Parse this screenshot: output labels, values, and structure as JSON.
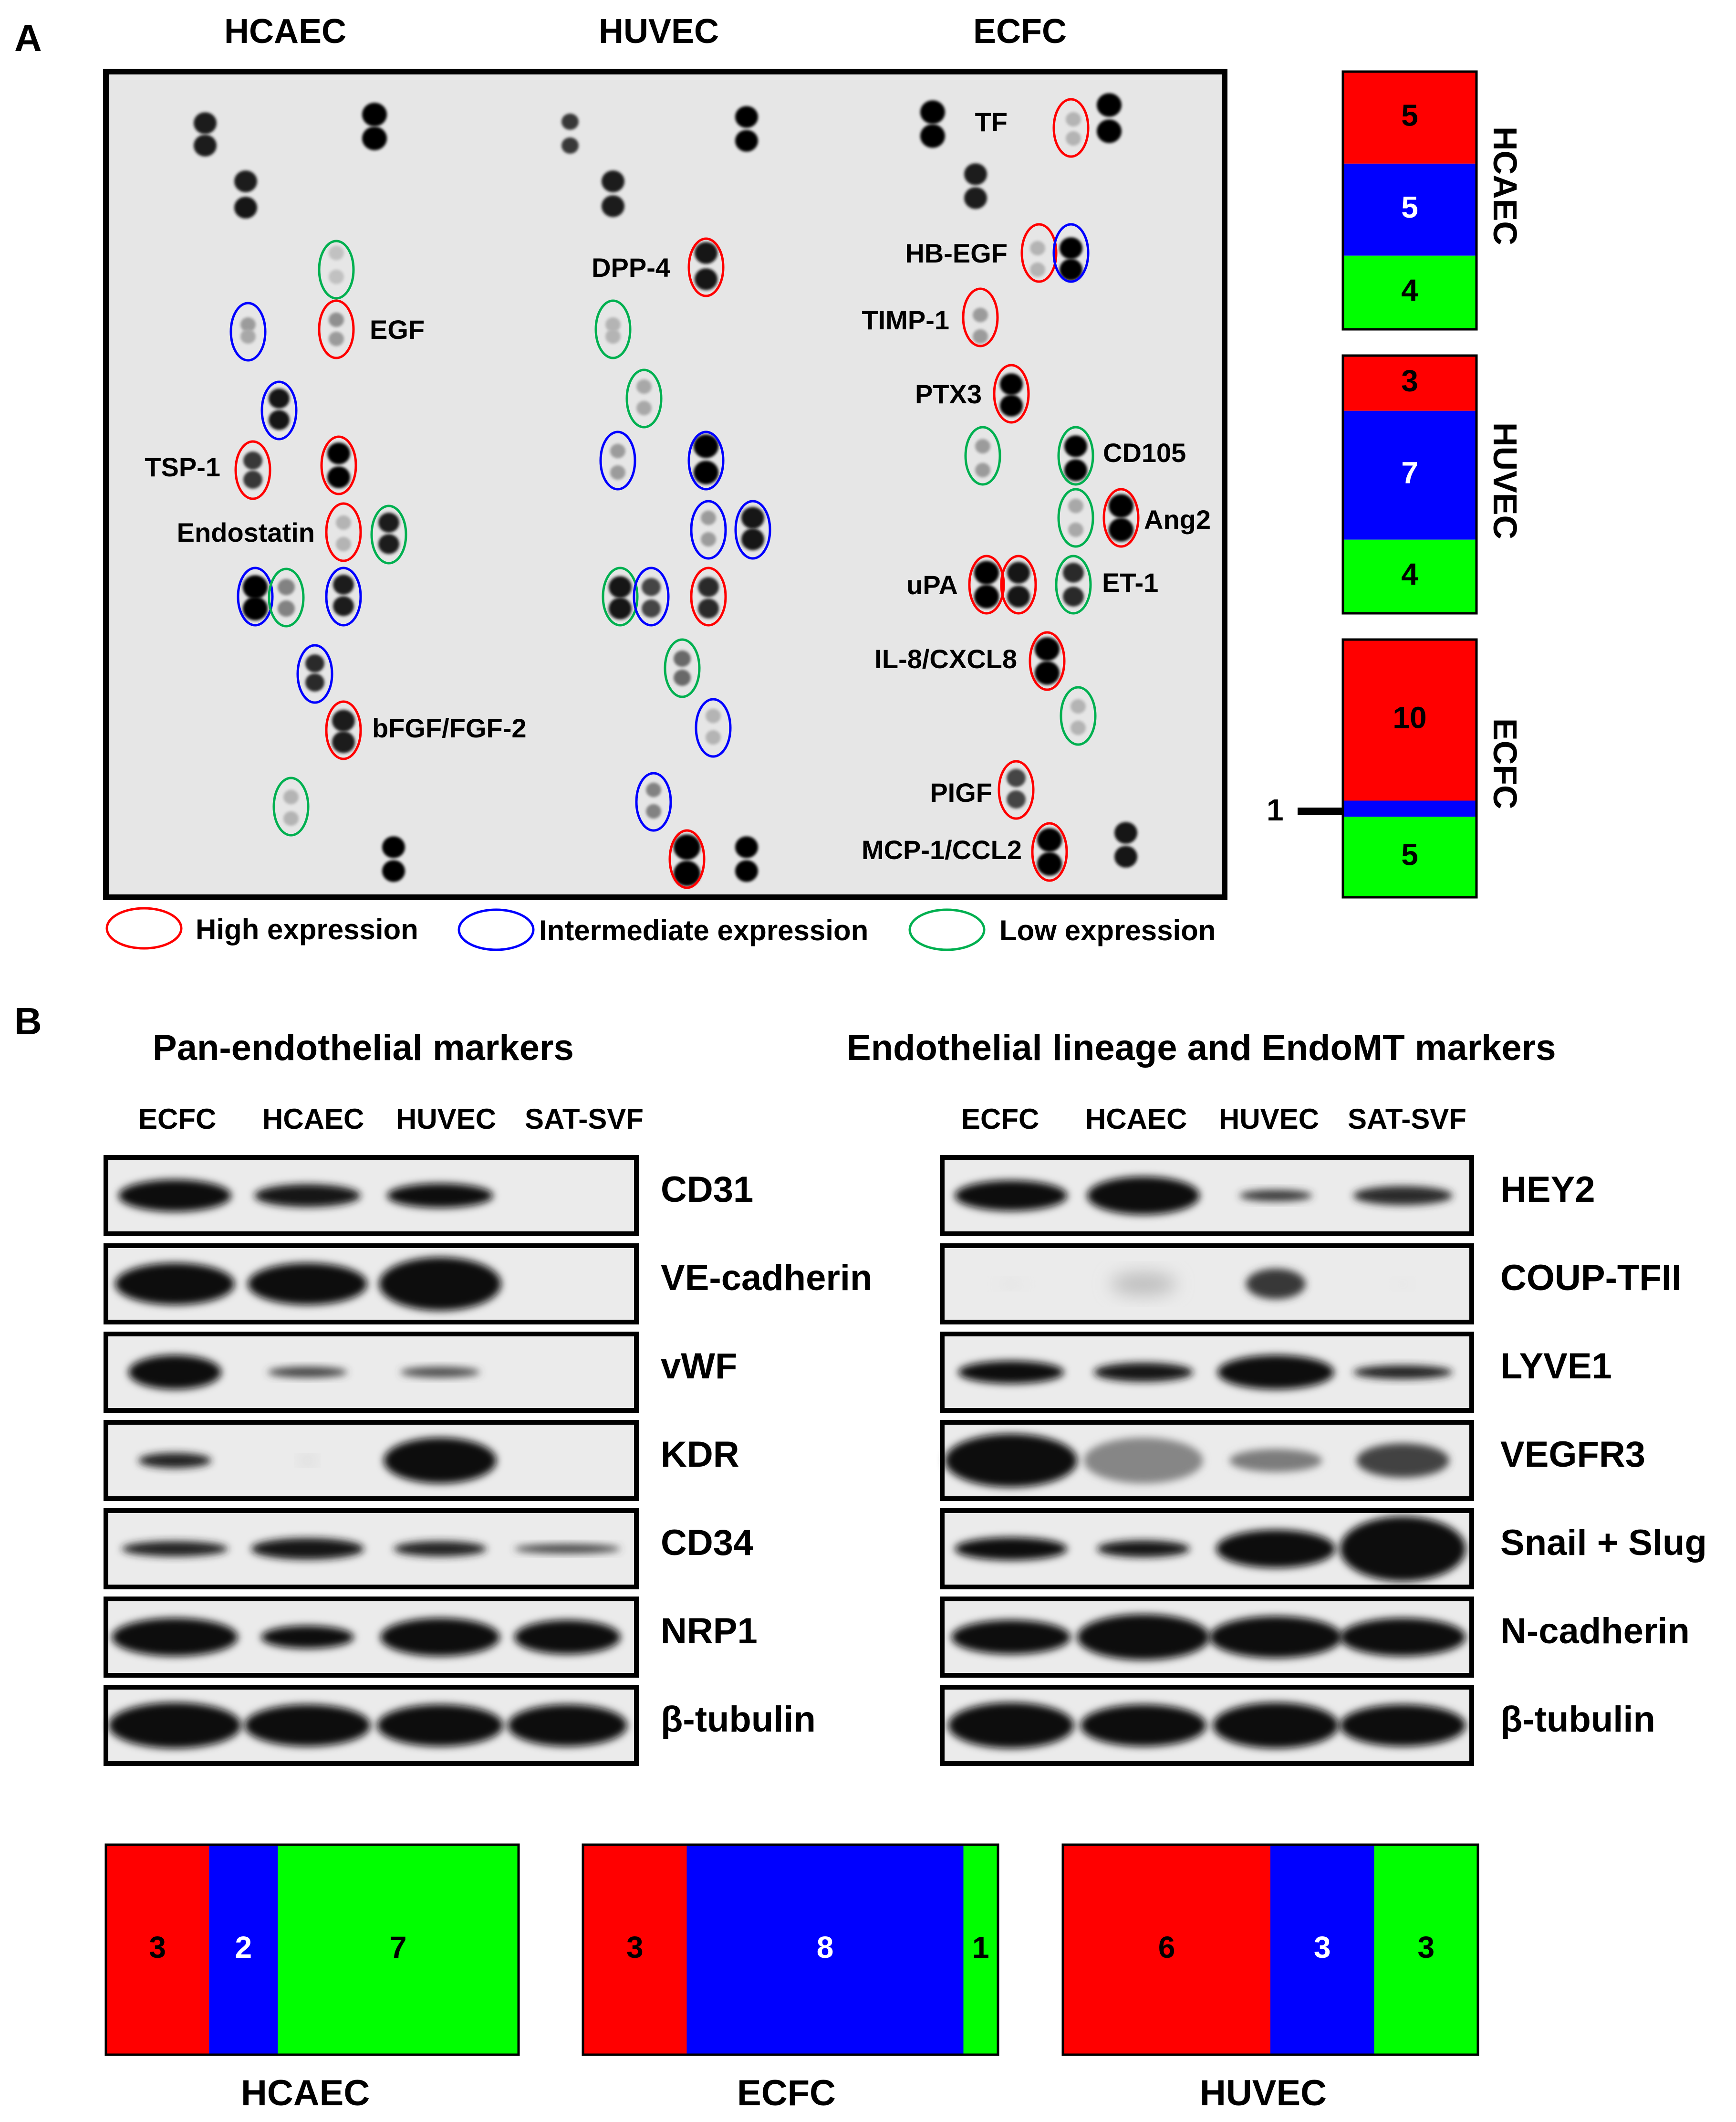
{
  "panelA": {
    "letter": "A",
    "columns": [
      "HCAEC",
      "HUVEC",
      "ECFC"
    ],
    "array_labels": [
      {
        "id": "TF",
        "text": "TF"
      },
      {
        "id": "HB-EGF",
        "text": "HB-EGF"
      },
      {
        "id": "DPP-4",
        "text": "DPP-4"
      },
      {
        "id": "TIMP-1",
        "text": "TIMP-1"
      },
      {
        "id": "EGF",
        "text": "EGF"
      },
      {
        "id": "PTX3",
        "text": "PTX3"
      },
      {
        "id": "TSP-1",
        "text": "TSP-1"
      },
      {
        "id": "CD105",
        "text": "CD105"
      },
      {
        "id": "Endostatin",
        "text": "Endostatin"
      },
      {
        "id": "Ang2",
        "text": "Ang2"
      },
      {
        "id": "uPA",
        "text": "uPA"
      },
      {
        "id": "ET-1",
        "text": "ET-1"
      },
      {
        "id": "IL-8",
        "text": "IL-8/CXCL8"
      },
      {
        "id": "bFGF",
        "text": "bFGF/FGF-2"
      },
      {
        "id": "PIGF",
        "text": "PIGF"
      },
      {
        "id": "MCP-1",
        "text": "MCP-1/CCL2"
      }
    ],
    "legend": [
      {
        "text": "High expression",
        "color": "#ff0000"
      },
      {
        "text": "Intermediate expression",
        "color": "#0000ff"
      },
      {
        "text": "Low expression",
        "color": "#00b050"
      }
    ],
    "stacks": [
      {
        "name": "HCAEC",
        "values": [
          5,
          5,
          4
        ],
        "labels": [
          "5",
          "5",
          "4"
        ]
      },
      {
        "name": "HUVEC",
        "values": [
          3,
          7,
          4
        ],
        "labels": [
          "3",
          "7",
          "4"
        ]
      },
      {
        "name": "ECFC",
        "values": [
          10,
          1,
          5
        ],
        "labels": [
          "10",
          "",
          "5"
        ],
        "side_label": "1"
      }
    ]
  },
  "panelB": {
    "letter": "B",
    "left_title": "Pan-endothelial markers",
    "right_title": "Endothelial lineage and EndoMT markers",
    "lanes": [
      "ECFC",
      "HCAEC",
      "HUVEC",
      "SAT-SVF"
    ],
    "left_blots": [
      "CD31",
      "VE-cadherin",
      "vWF",
      "KDR",
      "CD34",
      "NRP1",
      "β-tubulin"
    ],
    "right_blots": [
      "HEY2",
      "COUP-TFII",
      "LYVE1",
      "VEGFR3",
      "Snail + Slug",
      "N-cadherin",
      "β-tubulin"
    ],
    "bars": [
      {
        "name": "HCAEC",
        "values": [
          3,
          2,
          7
        ],
        "labels": [
          "3",
          "2",
          "7"
        ]
      },
      {
        "name": "ECFC",
        "values": [
          3,
          8,
          1
        ],
        "labels": [
          "3",
          "8",
          "1"
        ]
      },
      {
        "name": "HUVEC",
        "values": [
          6,
          3,
          3
        ],
        "labels": [
          "6",
          "3",
          "3"
        ]
      }
    ]
  },
  "colors": {
    "high": "#ff0000",
    "intermediate": "#0000ff",
    "low": "#00ff00",
    "legend_low": "#00b050",
    "membrane": "#e6e6e6",
    "band": "#111111"
  }
}
